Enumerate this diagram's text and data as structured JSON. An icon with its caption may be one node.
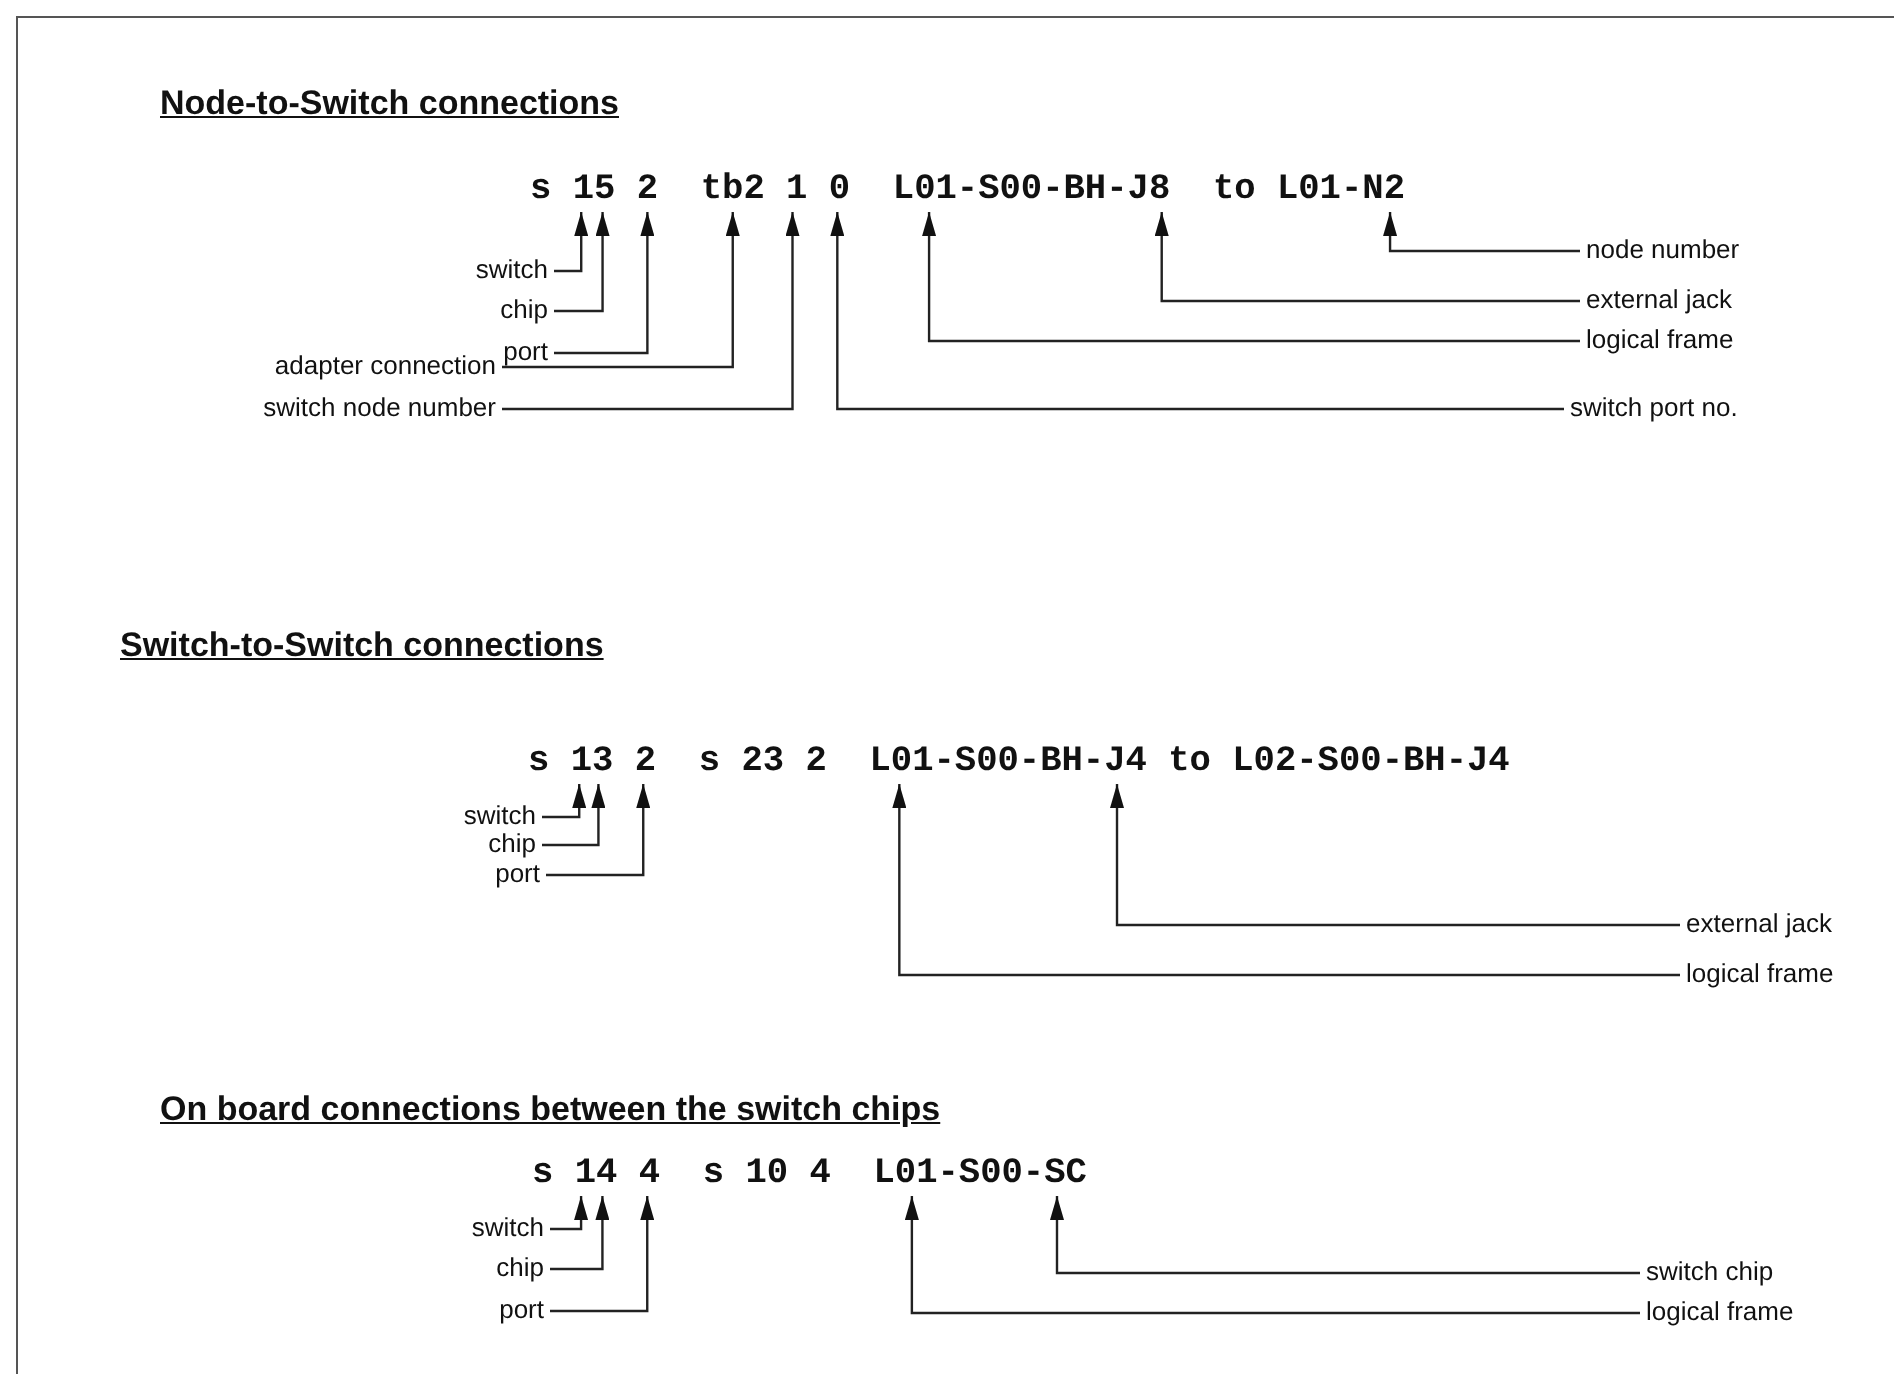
{
  "diagram": {
    "nodes": [
      {
        "text": [
          "s 15 2  tb2 1 0  L01-S00-BH-J8  to L01-N2"
        ]
      },
      {
        "text": [
          "switch"
        ]
      },
      {
        "text": [
          "chip"
        ]
      },
      {
        "text": [
          "port"
        ]
      },
      {
        "text": [
          "adapter connection"
        ]
      },
      {
        "text": [
          "switch node number"
        ]
      },
      {
        "text": [
          "node number"
        ]
      },
      {
        "text": [
          "external jack"
        ]
      },
      {
        "text": [
          "logical frame"
        ]
      },
      {
        "text": [
          "switch port no."
        ]
      },
      {
        "text": [
          "s 13 2  s 23 2  L01-S00-BH-J4 to L02-S00-BH-J4"
        ]
      },
      {
        "text": [
          "switch"
        ]
      },
      {
        "text": [
          "chip"
        ]
      },
      {
        "text": [
          "port"
        ]
      },
      {
        "text": [
          "external jack"
        ]
      },
      {
        "text": [
          "logical frame"
        ]
      },
      {
        "text": [
          "s 14 4  s 10 4  L01-S00-SC"
        ]
      },
      {
        "text": [
          "switch"
        ]
      },
      {
        "text": [
          "chip"
        ]
      },
      {
        "text": [
          "port"
        ]
      },
      {
        "text": [
          "switch chip"
        ]
      },
      {
        "text": [
          "logical frame"
        ]
      }
    ],
    "edges": [
      {
        "from": 1,
        "to": 0,
        "arrow": "to"
      },
      {
        "from": 2,
        "to": 0,
        "arrow": "to"
      },
      {
        "from": 3,
        "to": 0,
        "arrow": "to"
      },
      {
        "from": 4,
        "to": 0,
        "arrow": "to"
      },
      {
        "from": 5,
        "to": 0,
        "arrow": "to"
      },
      {
        "from": 6,
        "to": 0,
        "arrow": "to"
      },
      {
        "from": 7,
        "to": 0,
        "arrow": "to"
      },
      {
        "from": 8,
        "to": 0,
        "arrow": "to"
      },
      {
        "from": 9,
        "to": 0,
        "arrow": "to"
      },
      {
        "from": 11,
        "to": 10,
        "arrow": "to"
      },
      {
        "from": 12,
        "to": 10,
        "arrow": "to"
      },
      {
        "from": 13,
        "to": 10,
        "arrow": "to"
      },
      {
        "from": 14,
        "to": 10,
        "arrow": "to"
      },
      {
        "from": 15,
        "to": 10,
        "arrow": "to"
      },
      {
        "from": 17,
        "to": 16,
        "arrow": "to"
      },
      {
        "from": 18,
        "to": 16,
        "arrow": "to"
      },
      {
        "from": 19,
        "to": 16,
        "arrow": "to"
      },
      {
        "from": 20,
        "to": 16,
        "arrow": "to"
      },
      {
        "from": 21,
        "to": 16,
        "arrow": "to"
      }
    ],
    "labels": [
      "Node-to-Switch connections",
      "Switch-to-Switch connections",
      "On board connections between the switch chips"
    ]
  }
}
